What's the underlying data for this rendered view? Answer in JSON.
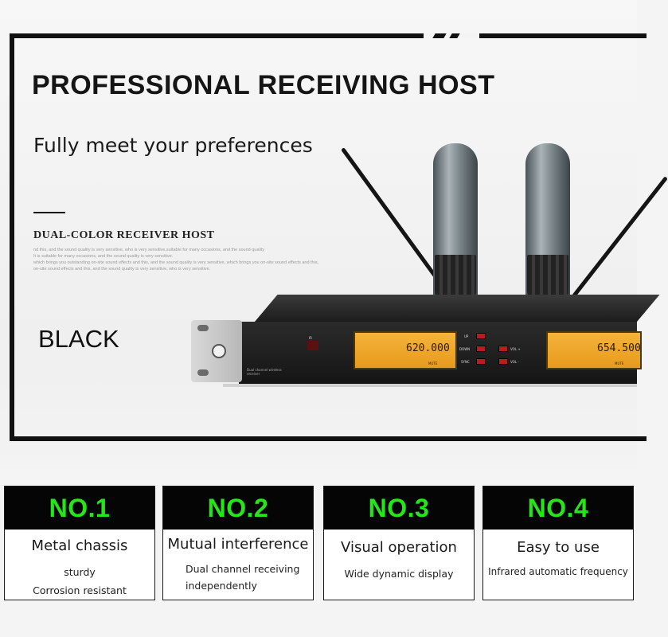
{
  "header": {
    "title": "PROFESSIONAL RECEIVING HOST",
    "subtitle": "Fully meet your preferences",
    "section_title": "DUAL-COLOR RECEIVER HOST",
    "fine_print": [
      "nd this, and the sound quality is very sensitive, who is very sensitive,suitable for many occasions, and the sound quality",
      "It is suitable for many occasions, and the sound quality is very sensitive.",
      "which brings you outstanding on-site sound effects and this, and the sound quality is very sensitive, which brings you on-site sound effects and this,",
      "on-site sound effects and this, and the sound quality is very sensitive, who is very sensitive."
    ],
    "color_label": "BLACK"
  },
  "device": {
    "left_frequency": "620.000",
    "right_frequency": "654.500",
    "caption_line1": "Dual channel wireless",
    "caption_line2": "receiver",
    "buttons": [
      "UP",
      "DOWN",
      "SYNC",
      "VOL +",
      "VOL -"
    ],
    "mute_label": "MUTE",
    "ir_label": "IR"
  },
  "features": [
    {
      "number": "NO.1",
      "title": "Metal chassis",
      "lines": [
        "sturdy",
        "Corrosion resistant"
      ]
    },
    {
      "number": "NO.2",
      "title": "Mutual interference",
      "lines": [
        "Dual channel receiving",
        "independently"
      ]
    },
    {
      "number": "NO.3",
      "title": "Visual operation",
      "lines": [
        "Wide dynamic display"
      ]
    },
    {
      "number": "NO.4",
      "title": "Easy to use",
      "lines": [
        "Infrared automatic frequency"
      ]
    }
  ],
  "colors": {
    "accent_green": "#27e51b",
    "lcd_amber": "#f4b43a",
    "button_red": "#b51f1f",
    "frame_black": "#111111"
  }
}
